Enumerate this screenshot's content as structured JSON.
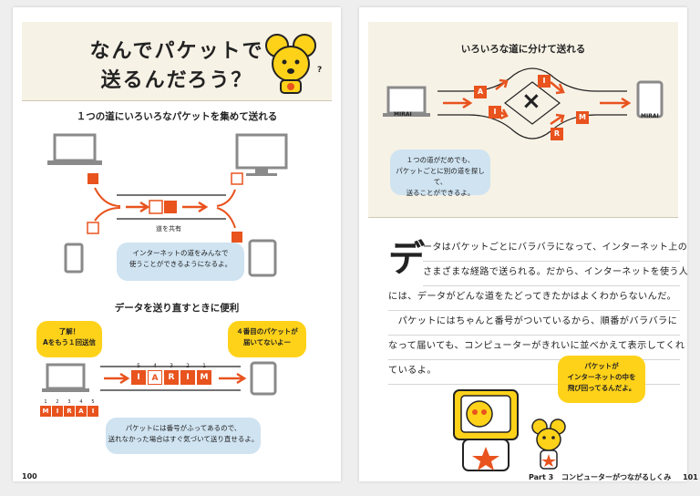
{
  "left_page": {
    "title_line1": "なんでパケットで",
    "title_line2": "送るんだろう？",
    "question_mark": "?",
    "section1_heading": "１つの道にいろいろなパケットを集めて送れる",
    "shared_road_label": "道を共有",
    "section1_bubble_line1": "インターネットの道をみんなで",
    "section1_bubble_line2": "使うことができるようになるよ。",
    "section2_heading": "データを送り直すときに便利",
    "bubble_ack_line1": "了解！",
    "bubble_ack_line2": "Aをもう１回送信",
    "bubble_missing_line1": "４番目のパケットが",
    "bubble_missing_line2": "届いてないよー",
    "packet_numbers": [
      "5",
      "4",
      "3",
      "2",
      "1"
    ],
    "packet_letters": [
      "I",
      "A",
      "R",
      "I",
      "M"
    ],
    "source_numbers": [
      "1",
      "2",
      "3",
      "4",
      "5"
    ],
    "source_letters": [
      "M",
      "I",
      "R",
      "A",
      "I"
    ],
    "bottom_bubble_line1": "パケットには番号がふってあるので、",
    "bottom_bubble_line2": "送れなかった場合はすぐ気づいて送り直せるよ。",
    "page_number": "100"
  },
  "right_page": {
    "diagram_heading": "いろいろな道に分けて送れる",
    "sender_label": "MIRAI",
    "receiver_label": "MIRAI",
    "split_letters": [
      "A",
      "I",
      "I",
      "R",
      "M"
    ],
    "blocked_mark": "×",
    "diagram_bubble_line1": "１つの道がだめでも、",
    "diagram_bubble_line2": "パケットごとに別の道を探して、",
    "diagram_bubble_line3": "送ることができるよ。",
    "drop_cap": "デ",
    "body_lines": [
      "ータはパケットごとにバラバラになって、インターネット上の",
      "さまざまな経路で送られる。だから、インターネットを使う人",
      "には、データがどんな道をたどってきたかはよくわからないんだ。",
      "　パケットにはちゃんと番号がついているから、順番がバラバラに",
      "なって届いても、コンピューターがきれいに並べかえて表示してくれ",
      "ているよ。"
    ],
    "character_bubble_line1": "パケットが",
    "character_bubble_line2": "インターネットの中を",
    "character_bubble_line3": "飛び回ってるんだよ。",
    "footer_part": "Part 3",
    "footer_title": "コンピューターがつながるしくみ",
    "page_number": "101"
  },
  "colors": {
    "orange": "#e8531e",
    "cream": "#f7f2e6",
    "blue_bubble": "#cfe3f1",
    "yellow": "#ffd21a",
    "device_gray": "#8a8a8a"
  }
}
